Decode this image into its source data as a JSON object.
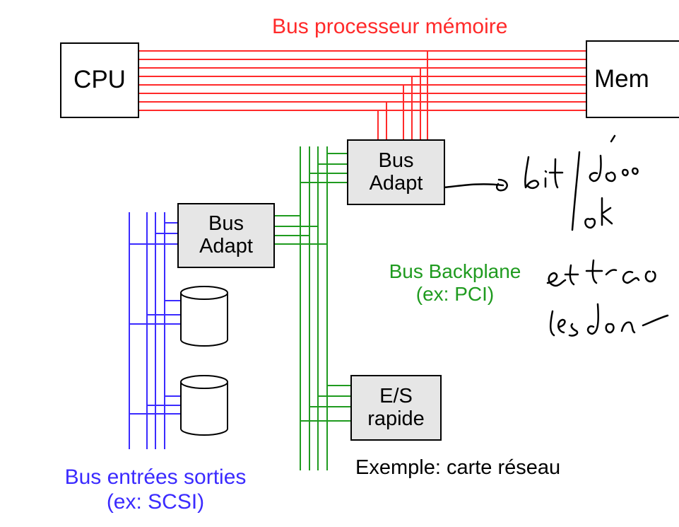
{
  "memory_bus": {
    "title": "Bus processeur mémoire",
    "color": "#ff2a2a"
  },
  "cpu": {
    "label": "CPU"
  },
  "mem": {
    "label": "Mem"
  },
  "bus_adapter_top": {
    "line1": "Bus",
    "line2": "Adapt"
  },
  "bus_adapter_left": {
    "line1": "Bus",
    "line2": "Adapt"
  },
  "fast_io": {
    "line1": "E/S",
    "line2": "rapide"
  },
  "backplane": {
    "line1": "Bus Backplane",
    "line2": "(ex: PCI)",
    "color": "#1f9b1f"
  },
  "io_bus": {
    "line1": "Bus entrées sorties",
    "line2": "(ex: SCSI)",
    "color": "#3b2bff"
  },
  "example_note": "Exemple: carte réseau",
  "box_fill": "#e6e6e6",
  "handwriting_color": "#000000"
}
